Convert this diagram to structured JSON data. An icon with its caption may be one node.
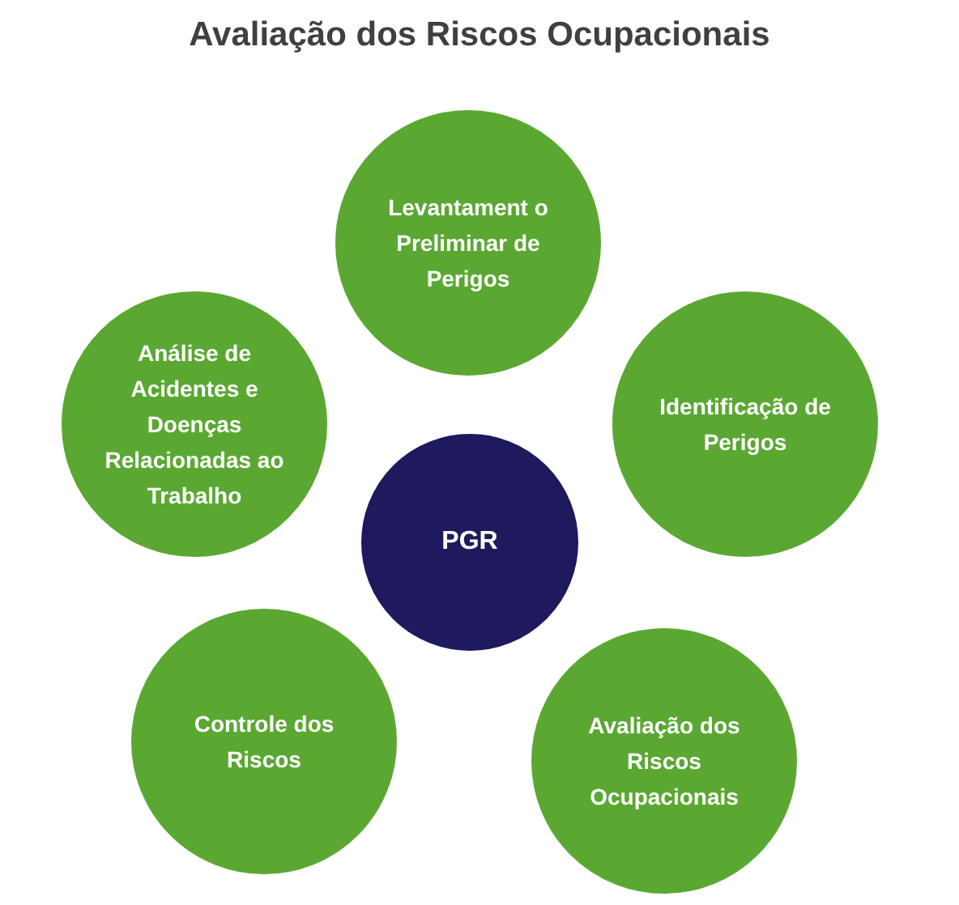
{
  "diagram": {
    "title": "Avaliação dos Riscos Ocupacionais",
    "nodes": [
      {
        "text": [
          "Levantament o Preliminar de Perigos"
        ]
      },
      {
        "text": [
          "Análise de Acidentes e Doenças Relacionadas ao Trabalho"
        ]
      },
      {
        "text": [
          "Identificação de Perigos"
        ]
      },
      {
        "text": [
          "PGR"
        ]
      },
      {
        "text": [
          "Controle dos Riscos"
        ]
      },
      {
        "text": [
          "Avaliação dos Riscos Ocupacionais"
        ]
      }
    ]
  }
}
